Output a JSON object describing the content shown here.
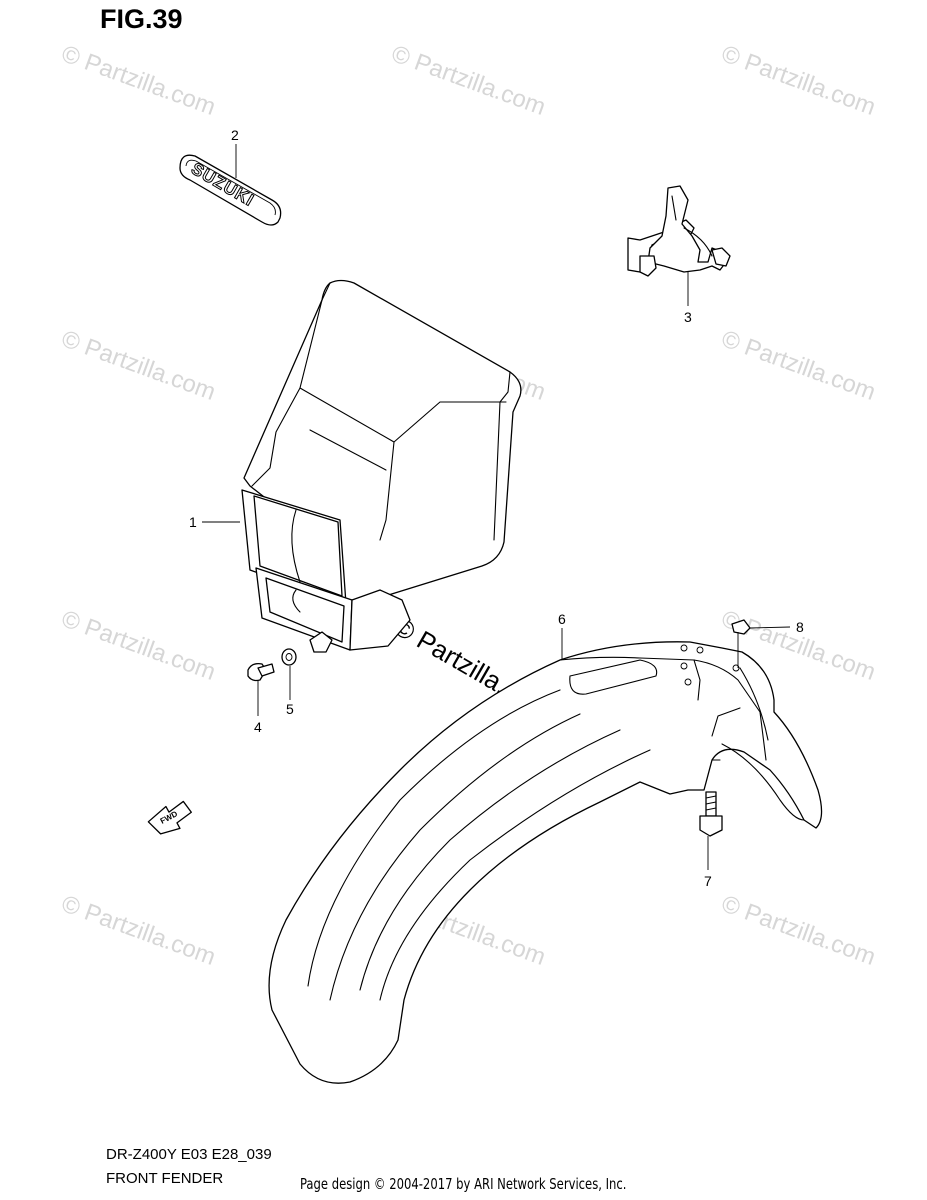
{
  "figure": {
    "title": "FIG.39"
  },
  "watermark": {
    "text": "© Partzilla.com",
    "feature_text": "© Partzilla.com"
  },
  "emblem": {
    "text": "SUZUKI"
  },
  "fwd_arrow": {
    "text": "FWD"
  },
  "callouts": {
    "c1": "1",
    "c2": "2",
    "c3": "3",
    "c4": "4",
    "c5": "5",
    "c6": "6",
    "c7": "7",
    "c8": "8"
  },
  "footer": {
    "model_code": "DR-Z400Y E03 E28_039",
    "section_name": "FRONT FENDER",
    "copyright": "Page design © 2004-2017 by ARI Network Services, Inc."
  }
}
